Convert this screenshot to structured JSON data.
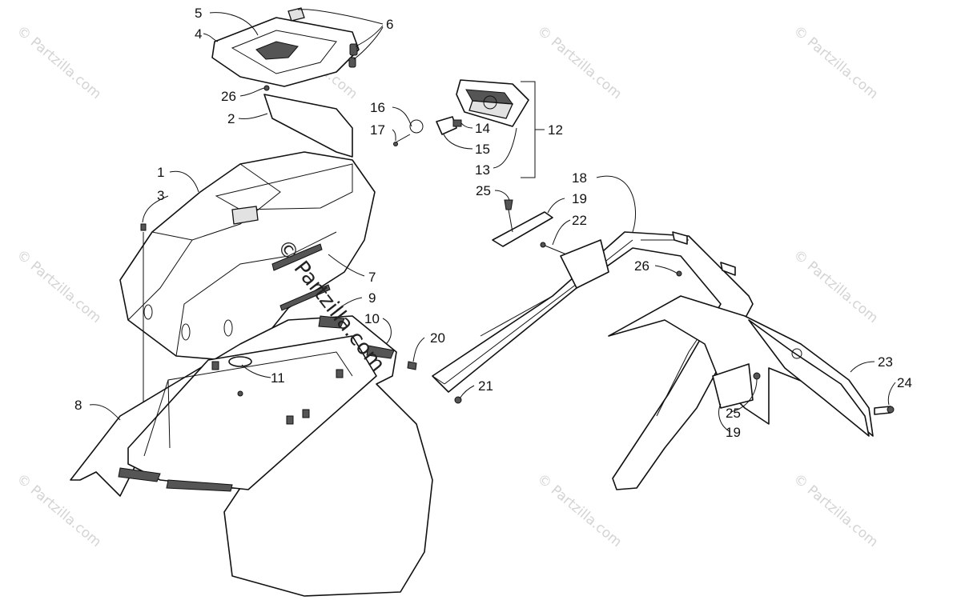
{
  "watermark": {
    "text": "© Partzilla.com",
    "center_text": "© Partzilla.com"
  },
  "callouts": [
    {
      "id": "c5",
      "text": "5"
    },
    {
      "id": "c4",
      "text": "4"
    },
    {
      "id": "c6",
      "text": "6"
    },
    {
      "id": "c26a",
      "text": "26"
    },
    {
      "id": "c2",
      "text": "2"
    },
    {
      "id": "c1",
      "text": "1"
    },
    {
      "id": "c3",
      "text": "3"
    },
    {
      "id": "c7",
      "text": "7"
    },
    {
      "id": "c9",
      "text": "9"
    },
    {
      "id": "c10",
      "text": "10"
    },
    {
      "id": "c11",
      "text": "11"
    },
    {
      "id": "c8",
      "text": "8"
    },
    {
      "id": "c16",
      "text": "16"
    },
    {
      "id": "c17",
      "text": "17"
    },
    {
      "id": "c14",
      "text": "14"
    },
    {
      "id": "c15",
      "text": "15"
    },
    {
      "id": "c13",
      "text": "13"
    },
    {
      "id": "c12",
      "text": "12"
    },
    {
      "id": "c25a",
      "text": "25"
    },
    {
      "id": "c19a",
      "text": "19"
    },
    {
      "id": "c22",
      "text": "22"
    },
    {
      "id": "c18",
      "text": "18"
    },
    {
      "id": "c26b",
      "text": "26"
    },
    {
      "id": "c20",
      "text": "20"
    },
    {
      "id": "c21",
      "text": "21"
    },
    {
      "id": "c23",
      "text": "23"
    },
    {
      "id": "c24",
      "text": "24"
    },
    {
      "id": "c25b",
      "text": "25"
    },
    {
      "id": "c19b",
      "text": "19"
    }
  ]
}
